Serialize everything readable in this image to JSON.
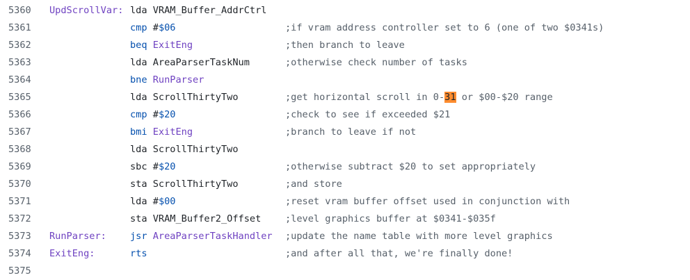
{
  "colors": {
    "keyword": "#0550ae",
    "label": "#6f42c1",
    "comment": "#57606a",
    "highlight": "#fd8c2f"
  },
  "lines": [
    {
      "num": "5360",
      "label": "UpdScrollVar:",
      "op": "lda",
      "op_kw": false,
      "operand": [
        {
          "t": "plain",
          "v": "VRAM_Buffer_AddrCtrl"
        }
      ],
      "comment": []
    },
    {
      "num": "5361",
      "label": "",
      "op": "cmp",
      "op_kw": true,
      "operand": [
        {
          "t": "plain",
          "v": "#"
        },
        {
          "t": "num",
          "v": "$06"
        }
      ],
      "comment": [
        {
          "t": "c",
          "v": ";if vram address controller set to 6 (one of two $0341s)"
        }
      ]
    },
    {
      "num": "5362",
      "label": "",
      "op": "beq",
      "op_kw": true,
      "operand": [
        {
          "t": "ref",
          "v": "ExitEng"
        }
      ],
      "comment": [
        {
          "t": "c",
          "v": ";then branch to leave"
        }
      ]
    },
    {
      "num": "5363",
      "label": "",
      "op": "lda",
      "op_kw": false,
      "operand": [
        {
          "t": "plain",
          "v": "AreaParserTaskNum"
        }
      ],
      "comment": [
        {
          "t": "c",
          "v": ";otherwise check number of tasks"
        }
      ]
    },
    {
      "num": "5364",
      "label": "",
      "op": "bne",
      "op_kw": true,
      "operand": [
        {
          "t": "ref",
          "v": "RunParser"
        }
      ],
      "comment": []
    },
    {
      "num": "5365",
      "label": "",
      "op": "lda",
      "op_kw": false,
      "operand": [
        {
          "t": "plain",
          "v": "ScrollThirtyTwo"
        }
      ],
      "comment": [
        {
          "t": "c",
          "v": ";get horizontal scroll in 0-"
        },
        {
          "t": "hl",
          "v": "31"
        },
        {
          "t": "c",
          "v": " or $00-$20 range"
        }
      ]
    },
    {
      "num": "5366",
      "label": "",
      "op": "cmp",
      "op_kw": true,
      "operand": [
        {
          "t": "plain",
          "v": "#"
        },
        {
          "t": "num",
          "v": "$20"
        }
      ],
      "comment": [
        {
          "t": "c",
          "v": ";check to see if exceeded $21"
        }
      ]
    },
    {
      "num": "5367",
      "label": "",
      "op": "bmi",
      "op_kw": true,
      "operand": [
        {
          "t": "ref",
          "v": "ExitEng"
        }
      ],
      "comment": [
        {
          "t": "c",
          "v": ";branch to leave if not"
        }
      ]
    },
    {
      "num": "5368",
      "label": "",
      "op": "lda",
      "op_kw": false,
      "operand": [
        {
          "t": "plain",
          "v": "ScrollThirtyTwo"
        }
      ],
      "comment": []
    },
    {
      "num": "5369",
      "label": "",
      "op": "sbc",
      "op_kw": false,
      "operand": [
        {
          "t": "plain",
          "v": "#"
        },
        {
          "t": "num",
          "v": "$20"
        }
      ],
      "comment": [
        {
          "t": "c",
          "v": ";otherwise subtract $20 to set appropriately"
        }
      ]
    },
    {
      "num": "5370",
      "label": "",
      "op": "sta",
      "op_kw": false,
      "operand": [
        {
          "t": "plain",
          "v": "ScrollThirtyTwo"
        }
      ],
      "comment": [
        {
          "t": "c",
          "v": ";and store"
        }
      ]
    },
    {
      "num": "5371",
      "label": "",
      "op": "lda",
      "op_kw": false,
      "operand": [
        {
          "t": "plain",
          "v": "#"
        },
        {
          "t": "num",
          "v": "$00"
        }
      ],
      "comment": [
        {
          "t": "c",
          "v": ";reset vram buffer offset used in conjunction with"
        }
      ]
    },
    {
      "num": "5372",
      "label": "",
      "op": "sta",
      "op_kw": false,
      "operand": [
        {
          "t": "plain",
          "v": "VRAM_Buffer2_Offset"
        }
      ],
      "comment": [
        {
          "t": "c",
          "v": ";level graphics buffer at $0341-$035f"
        }
      ]
    },
    {
      "num": "5373",
      "label": "RunParser:",
      "op": "jsr",
      "op_kw": true,
      "operand": [
        {
          "t": "ref",
          "v": "AreaParserTaskHandler"
        }
      ],
      "comment": [
        {
          "t": "c",
          "v": ";update the name table with more level graphics"
        }
      ]
    },
    {
      "num": "5374",
      "label": "ExitEng:",
      "op": "rts",
      "op_kw": true,
      "operand": [],
      "comment": [
        {
          "t": "c",
          "v": ";and after all that, we're finally done!"
        }
      ]
    },
    {
      "num": "5375",
      "label": "",
      "op": "",
      "op_kw": false,
      "operand": [],
      "comment": []
    }
  ]
}
